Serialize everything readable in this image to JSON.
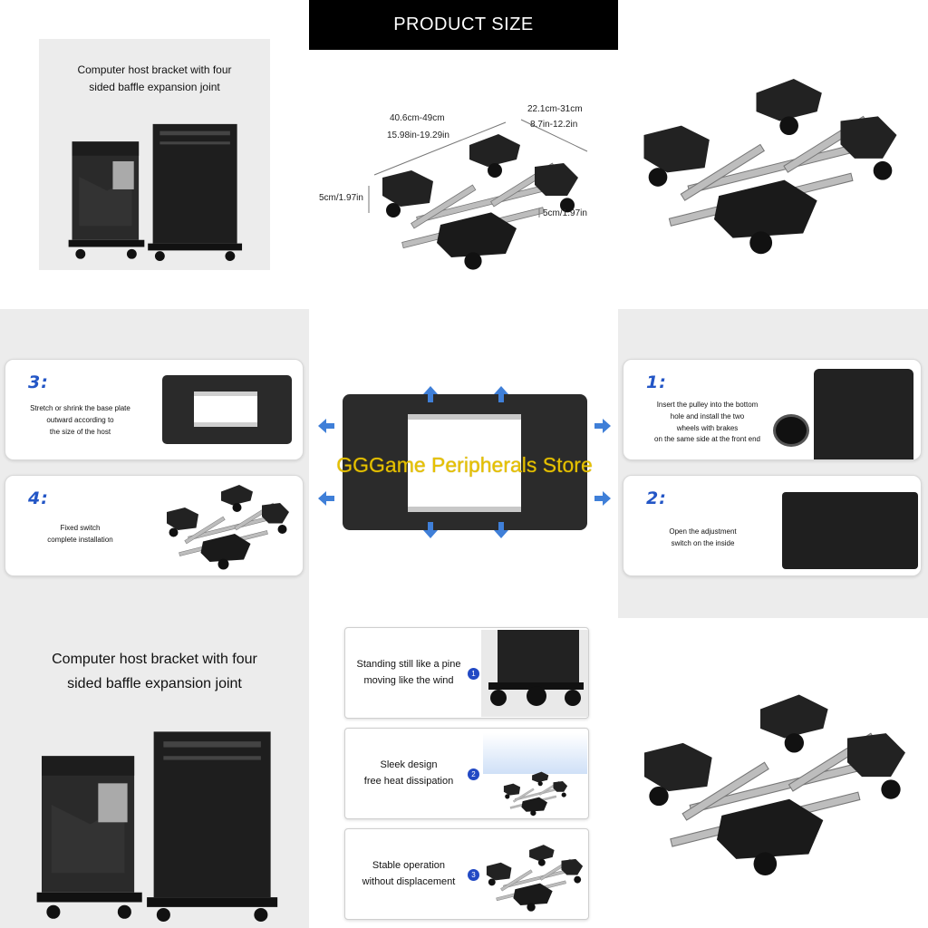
{
  "header": {
    "title": "PRODUCT SIZE"
  },
  "top_left_caption": {
    "line1": "Computer host bracket with four",
    "line2": "sided baffle expansion joint"
  },
  "dimensions": {
    "length_cm": "40.6cm-49cm",
    "length_in": "15.98in-19.29in",
    "width_cm": "22.1cm-31cm",
    "width_in": "8.7in-12.2in",
    "height_left": "5cm/1.97in",
    "height_right": "5cm/1.97in"
  },
  "steps": [
    {
      "num": "1:",
      "lines": [
        "Insert the pulley into the bottom",
        "hole and install the two",
        "wheels with brakes",
        "on the same side at the front end"
      ]
    },
    {
      "num": "2:",
      "lines": [
        "Open the adjustment",
        "switch on the inside"
      ]
    },
    {
      "num": "3:",
      "lines": [
        "Stretch or shrink the base plate",
        "outward according to",
        "the size of the host"
      ]
    },
    {
      "num": "4:",
      "lines": [
        "Fixed switch",
        "complete installation"
      ]
    }
  ],
  "watermark": "GGGame Peripherals Store",
  "bottom_left_caption": {
    "line1": "Computer host bracket with four",
    "line2": "sided baffle expansion joint"
  },
  "features": [
    {
      "badge": "1",
      "line1": "Standing still like a pine",
      "line2": "moving like the wind"
    },
    {
      "badge": "2",
      "line1": "Sleek design",
      "line2": "free heat dissipation"
    },
    {
      "badge": "3",
      "line1": "Stable operation",
      "line2": "without displacement"
    }
  ],
  "colors": {
    "accent_blue": "#2356c6",
    "watermark": "#e6c100",
    "header_bg": "#000000"
  }
}
